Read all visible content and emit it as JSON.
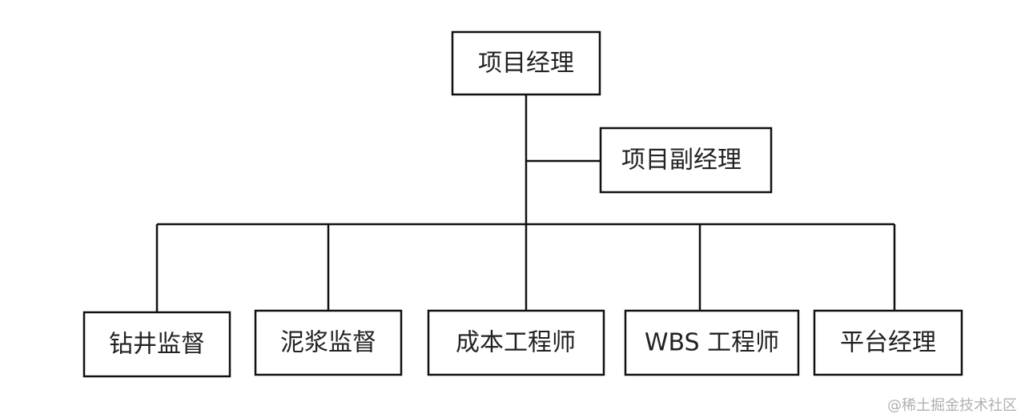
{
  "org_chart": {
    "root": {
      "label": "项目经理"
    },
    "deputy": {
      "label": "项目副经理"
    },
    "members": [
      {
        "label": "钻井监督"
      },
      {
        "label": "泥浆监督"
      },
      {
        "label": "成本工程师"
      },
      {
        "label": "WBS 工程师"
      },
      {
        "label": "平台经理"
      }
    ]
  },
  "watermark": "@稀土掘金技术社区"
}
